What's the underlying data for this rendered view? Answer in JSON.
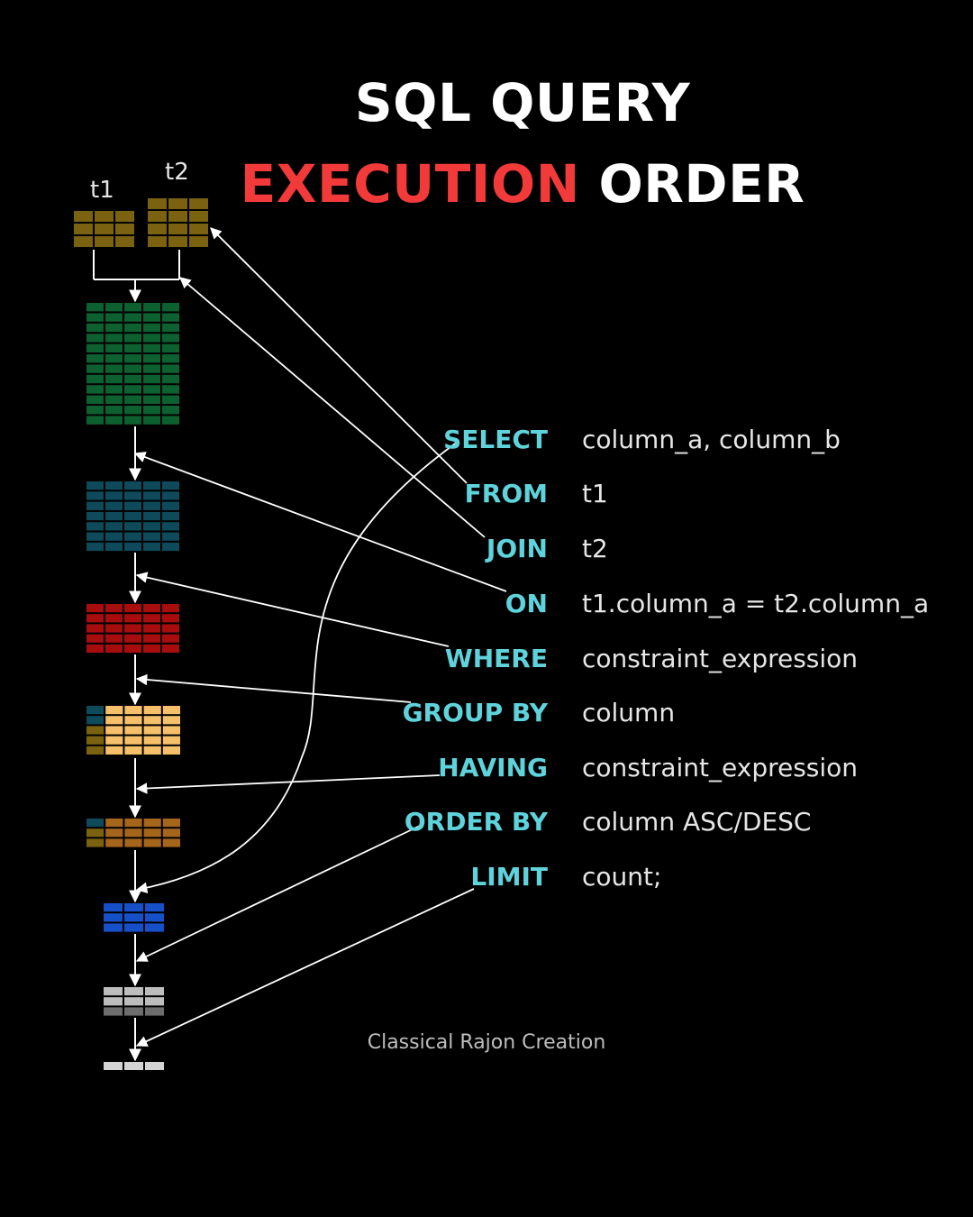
{
  "title": {
    "line1": "SQL QUERY",
    "line2_highlight": "EXECUTION",
    "line2_rest": "ORDER"
  },
  "tables": {
    "t1": "t1",
    "t2": "t2"
  },
  "clauses": [
    {
      "keyword": "SELECT",
      "expression": "column_a, column_b"
    },
    {
      "keyword": "FROM",
      "expression": "t1"
    },
    {
      "keyword": "JOIN",
      "expression": "t2"
    },
    {
      "keyword": "ON",
      "expression": "t1.column_a = t2.column_a"
    },
    {
      "keyword": "WHERE",
      "expression": "constraint_expression"
    },
    {
      "keyword": "GROUP BY",
      "expression": "column"
    },
    {
      "keyword": "HAVING",
      "expression": "constraint_expression"
    },
    {
      "keyword": "ORDER BY",
      "expression": "column ASC/DESC"
    },
    {
      "keyword": "LIMIT",
      "expression": "count;"
    }
  ],
  "credit": "Classical Rajon Creation",
  "colors": {
    "title_highlight": "#f23a3a",
    "keyword": "#5fd3dc",
    "source_table": "#7a6210",
    "join_result": "#0d6030",
    "on_result": "#0e4a5a",
    "where_result": "#a80d0d",
    "group_result": "#f6c06a",
    "having_result": "#a5651a",
    "select_result": "#1650c8",
    "order_result": "#bdbdbd",
    "limit_result": "#d4d4d4"
  }
}
